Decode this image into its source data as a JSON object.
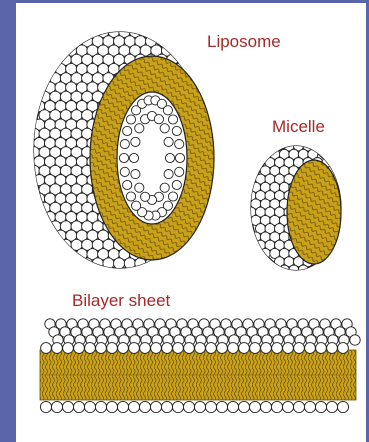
{
  "labels": {
    "liposome": "Liposome",
    "micelle": "Micelle",
    "bilayer": "Bilayer sheet"
  },
  "colors": {
    "page_bg": "#5a64a8",
    "panel_bg": "#ffffff",
    "label_text": "#a52a2a",
    "head_fill": "#ffffff",
    "head_stroke": "#222222",
    "tail_fill": "#c9a21a",
    "tail_stroke": "#6b5208"
  }
}
